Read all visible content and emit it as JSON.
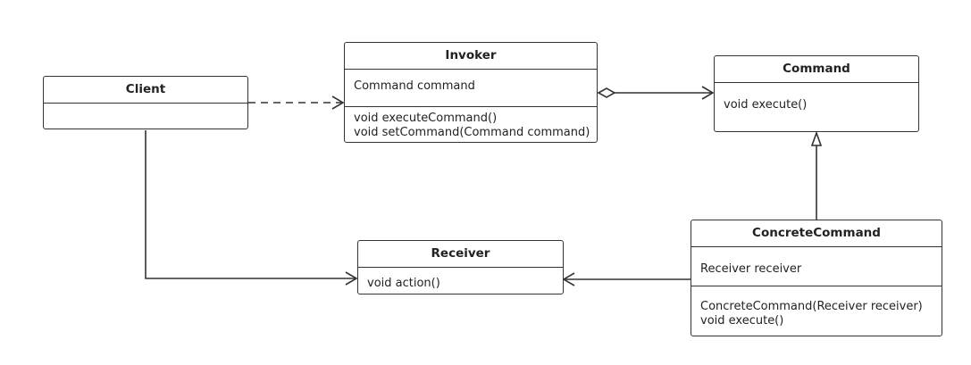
{
  "classes": {
    "client": {
      "name": "Client",
      "attributes": [],
      "methods": []
    },
    "invoker": {
      "name": "Invoker",
      "attributes": [
        "Command command"
      ],
      "methods": [
        "void executeCommand()",
        "void setCommand(Command command)"
      ]
    },
    "command": {
      "name": "Command",
      "methods": [
        "void execute()"
      ]
    },
    "receiver": {
      "name": "Receiver",
      "methods": [
        "void action()"
      ]
    },
    "concrete": {
      "name": "ConcreteCommand",
      "attributes": [
        "Receiver receiver"
      ],
      "methods": [
        "ConcreteCommand(Receiver receiver)",
        "void execute()"
      ]
    }
  },
  "relations": [
    {
      "from": "Client",
      "to": "Invoker",
      "kind": "dependency"
    },
    {
      "from": "Invoker",
      "to": "Command",
      "kind": "aggregation"
    },
    {
      "from": "ConcreteCommand",
      "to": "Command",
      "kind": "realization"
    },
    {
      "from": "ConcreteCommand",
      "to": "Receiver",
      "kind": "association"
    },
    {
      "from": "Client",
      "to": "Receiver",
      "kind": "association"
    }
  ],
  "colors": {
    "stroke": "#333333",
    "background": "#ffffff"
  }
}
